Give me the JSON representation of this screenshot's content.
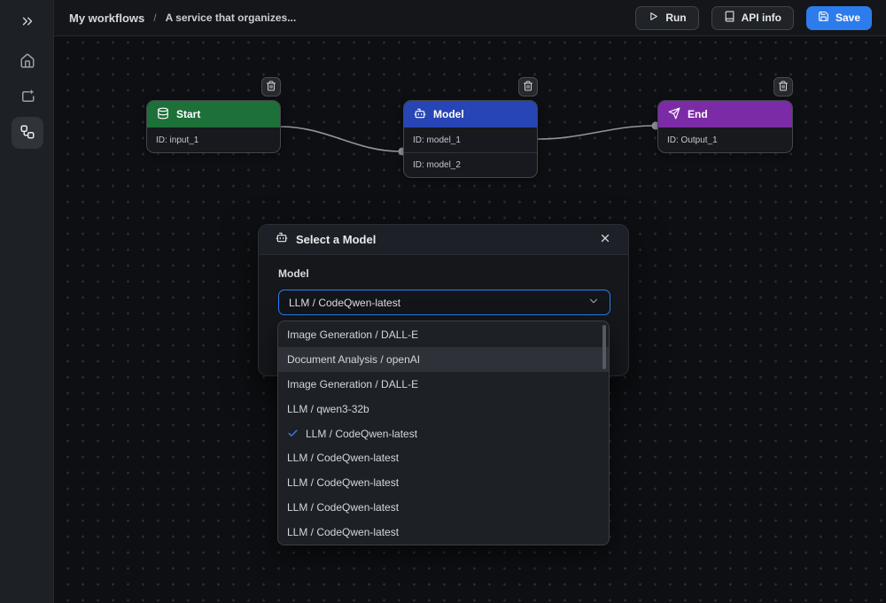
{
  "header": {
    "breadcrumb": {
      "root": "My workflows",
      "separator": "/",
      "current": "A service that organizes..."
    },
    "buttons": {
      "run": "Run",
      "api_info": "API info",
      "save": "Save"
    }
  },
  "sidebar": {
    "icons": [
      "double-chevron-right",
      "home",
      "projects",
      "workflows"
    ],
    "active_item": "workflows"
  },
  "canvas": {
    "nodes": [
      {
        "id": "start",
        "title": "Start",
        "icon": "database-icon",
        "header_color": "#1e7039",
        "rows": [
          "ID: input_1"
        ]
      },
      {
        "id": "model",
        "title": "Model",
        "icon": "bot-icon",
        "header_color": "#2845b5",
        "rows": [
          "ID: model_1",
          "ID: model_2"
        ]
      },
      {
        "id": "end",
        "title": "End",
        "icon": "send-icon",
        "header_color": "#7c2ba7",
        "rows": [
          "ID: Output_1"
        ]
      }
    ],
    "edges": [
      {
        "from": "start",
        "to": "model"
      },
      {
        "from": "model",
        "to": "end"
      }
    ]
  },
  "modal": {
    "icon": "bot-icon",
    "title": "Select a Model",
    "field_label": "Model",
    "select_value": "LLM / CodeQwen-latest",
    "options": [
      {
        "label": "Image Generation / DALL-E"
      },
      {
        "label": "Document Analysis / openAI",
        "hovered": true
      },
      {
        "label": "Image Generation / DALL-E"
      },
      {
        "label": "LLM / qwen3-32b"
      },
      {
        "label": "LLM / CodeQwen-latest",
        "selected": true
      },
      {
        "label": "LLM / CodeQwen-latest"
      },
      {
        "label": "LLM / CodeQwen-latest"
      },
      {
        "label": "LLM / CodeQwen-latest"
      },
      {
        "label": "LLM / CodeQwen-latest"
      }
    ]
  },
  "colors": {
    "accent_blue": "#2d7cec",
    "focus_border": "#2b7ff2",
    "check_blue": "#3b82f6",
    "edge_gray": "#92969c",
    "start_green": "#1e7039",
    "model_blue": "#2845b5",
    "end_purple": "#7c2ba7"
  }
}
